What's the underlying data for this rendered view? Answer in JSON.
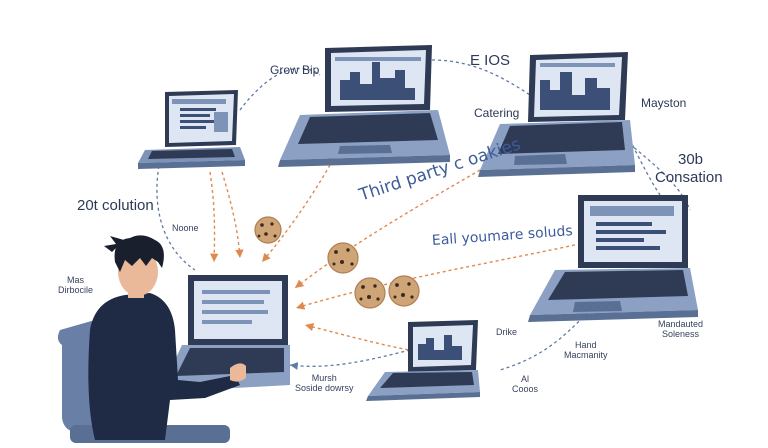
{
  "colors": {
    "laptop_body": "#7d93b8",
    "laptop_dark": "#2f3b55",
    "screen_bg": "#dde6f2",
    "chart_fill": "#3c4f77",
    "arrow_orange": "#e0894f",
    "link_blue": "#5e7aa8",
    "cookie": "#cfa476",
    "cookie_chip": "#3a2a22",
    "shirt": "#1f2a44",
    "chair": "#6a7fa6",
    "text": "#2c3a57"
  },
  "icons": [
    "laptop-icon",
    "cookie-icon",
    "person-icon",
    "chair-icon"
  ],
  "labels": {
    "grow_bip": "Grow Bip",
    "eios": "E IOS",
    "catering": "Catering",
    "mayston": "Mayston",
    "thirty_b": "30b",
    "consation": "Consation",
    "twenty_solution": "20t colution",
    "noone": "Noone",
    "mas_dirbocile": "Mas\nDirbocile",
    "third_party": "Third party c oakies",
    "eall_solads": "Eall youmare soluds",
    "drke": "Drike",
    "hand_macmanity": "Hand\nMacmanity",
    "mandauted_soleness": "Mandauted\nSoleness",
    "al_cooos": "Al\nCooos",
    "mursh_soside": "Mursh\nSoside dowrsy"
  }
}
